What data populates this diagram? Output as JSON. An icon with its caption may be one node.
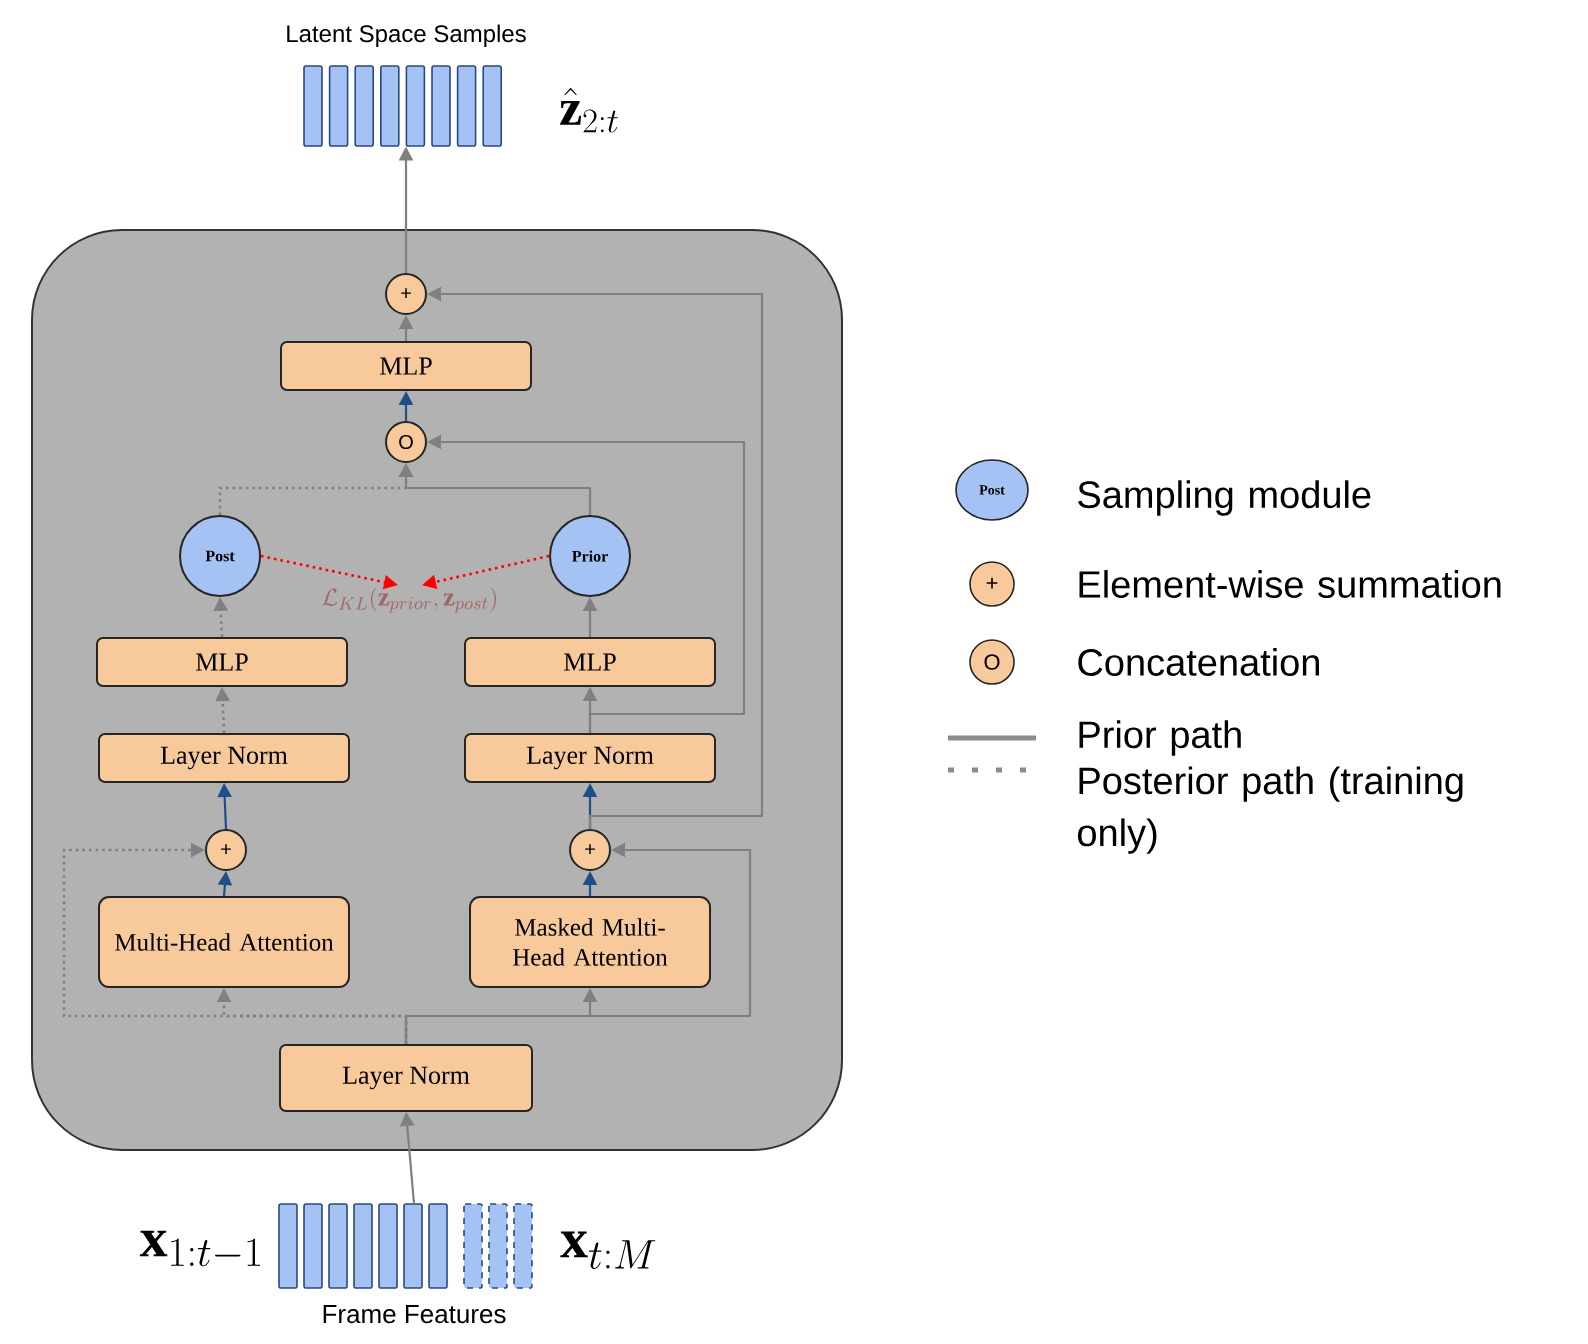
{
  "diagram": {
    "nodes": [
      {
        "text": [],
        "shape": "box"
      },
      {
        "text": [
          "Latent Space Samples"
        ],
        "beside": [
          "\\hat{\\mathbf{z}}_{2:t}"
        ]
      },
      {
        "text": [
          "+"
        ],
        "in": 0
      },
      {
        "text": [
          "MLP"
        ],
        "in": 0
      },
      {
        "text": [
          "O"
        ],
        "in": 0
      },
      {
        "text": [
          "Post"
        ],
        "in": 0
      },
      {
        "text": [
          "Prior"
        ],
        "in": 0
      },
      {
        "text": [
          "MLP"
        ],
        "in": 0
      },
      {
        "text": [
          "MLP"
        ],
        "in": 0
      },
      {
        "text": [
          "Layer Norm"
        ],
        "in": 0
      },
      {
        "text": [
          "Layer Norm"
        ],
        "in": 0
      },
      {
        "text": [
          "+"
        ],
        "in": 0
      },
      {
        "text": [
          "+"
        ],
        "in": 0
      },
      {
        "text": [
          "Multi-Head Attention"
        ],
        "in": 0
      },
      {
        "text": [
          "Masked Multi-Head Attention"
        ],
        "in": 0
      },
      {
        "text": [
          "Layer Norm"
        ],
        "in": 0
      },
      {
        "text": [
          "Frame Features"
        ],
        "beside": [
          "\\mathbf{x}_{1:t-1}",
          "\\mathbf{x}_{t:M}"
        ]
      },
      {
        "text": [
          "\\mathcal{L}_{KL}(\\mathbf{z}_{prior},\\mathbf{z}_{post})"
        ],
        "in": 0
      }
    ],
    "edges": [
      {
        "from": 16,
        "to": 15,
        "arrow": "to"
      },
      {
        "from": 15,
        "to": 13,
        "arrow": "to",
        "style": "dashed"
      },
      {
        "from": 15,
        "to": 11,
        "arrow": "to",
        "style": "dashed"
      },
      {
        "from": 15,
        "to": 14,
        "arrow": "to"
      },
      {
        "from": 15,
        "to": 12,
        "arrow": "to"
      },
      {
        "from": 13,
        "to": 11,
        "arrow": "to",
        "color": "#1f4e8c"
      },
      {
        "from": 14,
        "to": 12,
        "arrow": "to",
        "color": "#1f4e8c"
      },
      {
        "from": 11,
        "to": 9,
        "arrow": "to",
        "color": "#1f4e8c"
      },
      {
        "from": 12,
        "to": 10,
        "arrow": "to",
        "color": "#1f4e8c"
      },
      {
        "from": 9,
        "to": 7,
        "arrow": "to",
        "style": "dashed"
      },
      {
        "from": 10,
        "to": 8,
        "arrow": "to"
      },
      {
        "from": 7,
        "to": 5,
        "arrow": "to",
        "style": "dashed"
      },
      {
        "from": 8,
        "to": 6,
        "arrow": "to"
      },
      {
        "from": 5,
        "to": 17,
        "arrow": "to",
        "style": "dashed",
        "color": "#ff0000"
      },
      {
        "from": 6,
        "to": 17,
        "arrow": "to",
        "style": "dashed",
        "color": "#ff0000"
      },
      {
        "from": 5,
        "to": 4,
        "arrow": "to",
        "style": "dashed"
      },
      {
        "from": 6,
        "to": 4,
        "arrow": "to"
      },
      {
        "from": 10,
        "to": 4,
        "arrow": "to"
      },
      {
        "from": 12,
        "to": 2,
        "arrow": "to"
      },
      {
        "from": 4,
        "to": 3,
        "arrow": "to",
        "color": "#1f4e8c"
      },
      {
        "from": 3,
        "to": 2,
        "arrow": "to"
      },
      {
        "from": 2,
        "to": 1,
        "arrow": "to"
      }
    ],
    "labels": [
      "Post",
      "+",
      "O"
    ],
    "legend": [
      {
        "text": "Sampling module"
      },
      {
        "text": "Element-wise summation"
      },
      {
        "text": "Concatenation"
      },
      {
        "text": "Prior path"
      },
      {
        "text": "Posterior path (training only)"
      }
    ]
  }
}
